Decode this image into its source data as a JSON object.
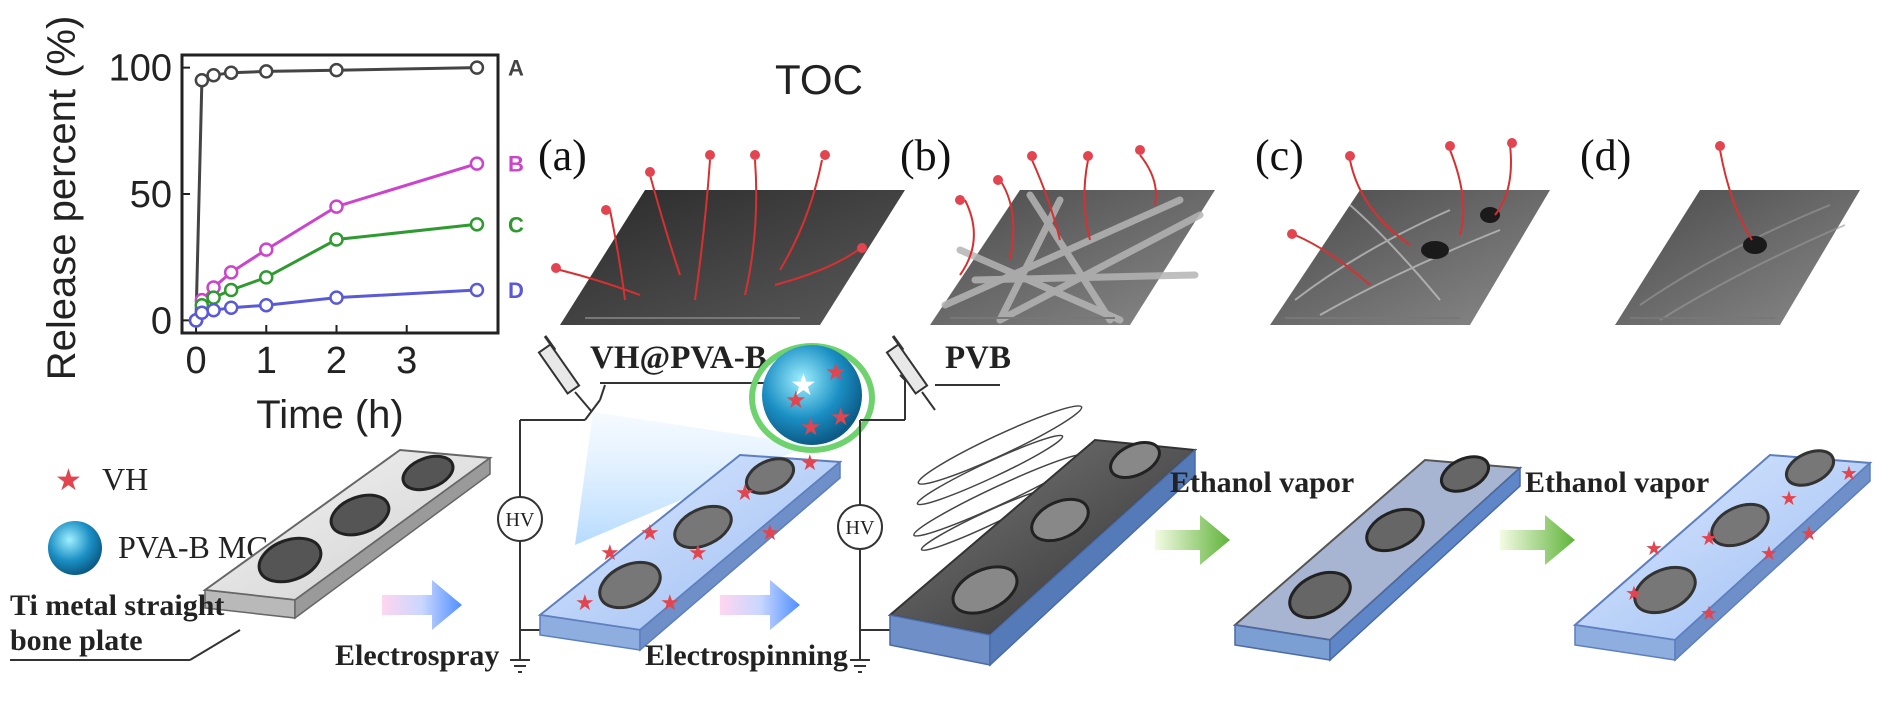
{
  "toc_label": "TOC",
  "chart_data": {
    "type": "line",
    "x": [
      0,
      0.083,
      0.25,
      0.5,
      1,
      2,
      4
    ],
    "xlabel": "Time (h)",
    "ylabel": "Release percent (%)",
    "xticks": [
      "0",
      "1",
      "2",
      "3"
    ],
    "yticks": [
      "0",
      "50",
      "100"
    ],
    "xlim": [
      -0.2,
      4.3
    ],
    "ylim": [
      -5,
      105
    ],
    "grid": false,
    "series": [
      {
        "name": "A",
        "values": [
          0,
          95,
          97,
          98,
          98.5,
          99,
          100
        ],
        "color": "#444444"
      },
      {
        "name": "B",
        "values": [
          0,
          8,
          13,
          19,
          28,
          45,
          62
        ],
        "color": "#cc44cc"
      },
      {
        "name": "C",
        "values": [
          0,
          6,
          9,
          12,
          17,
          32,
          38
        ],
        "color": "#2f9a2f"
      },
      {
        "name": "D",
        "values": [
          0,
          3,
          4,
          5,
          6,
          9,
          12
        ],
        "color": "#5a5ad8"
      }
    ]
  },
  "panels": [
    {
      "label": "(a)"
    },
    {
      "label": "(b)"
    },
    {
      "label": "(c)"
    },
    {
      "label": "(d)"
    }
  ],
  "legend": {
    "vh": "VH",
    "mgs": "PVA-B MGs"
  },
  "labels": {
    "plate": "Ti metal straight",
    "plate2": "bone plate",
    "electrospray": "Electrospray",
    "electrospinning": "Electrospinning",
    "vhpvab": "VH@PVA-B",
    "pvb": "PVB",
    "ethanol1": "Ethanol vapor",
    "ethanol2": "Ethanol vapor",
    "hv1": "HV",
    "hv2": "HV"
  },
  "colors": {
    "star": "#e2454f",
    "fiber_red": "#d83030",
    "arrow_green": "#7ec64a",
    "arrow_blue": "#7eb6ff"
  }
}
